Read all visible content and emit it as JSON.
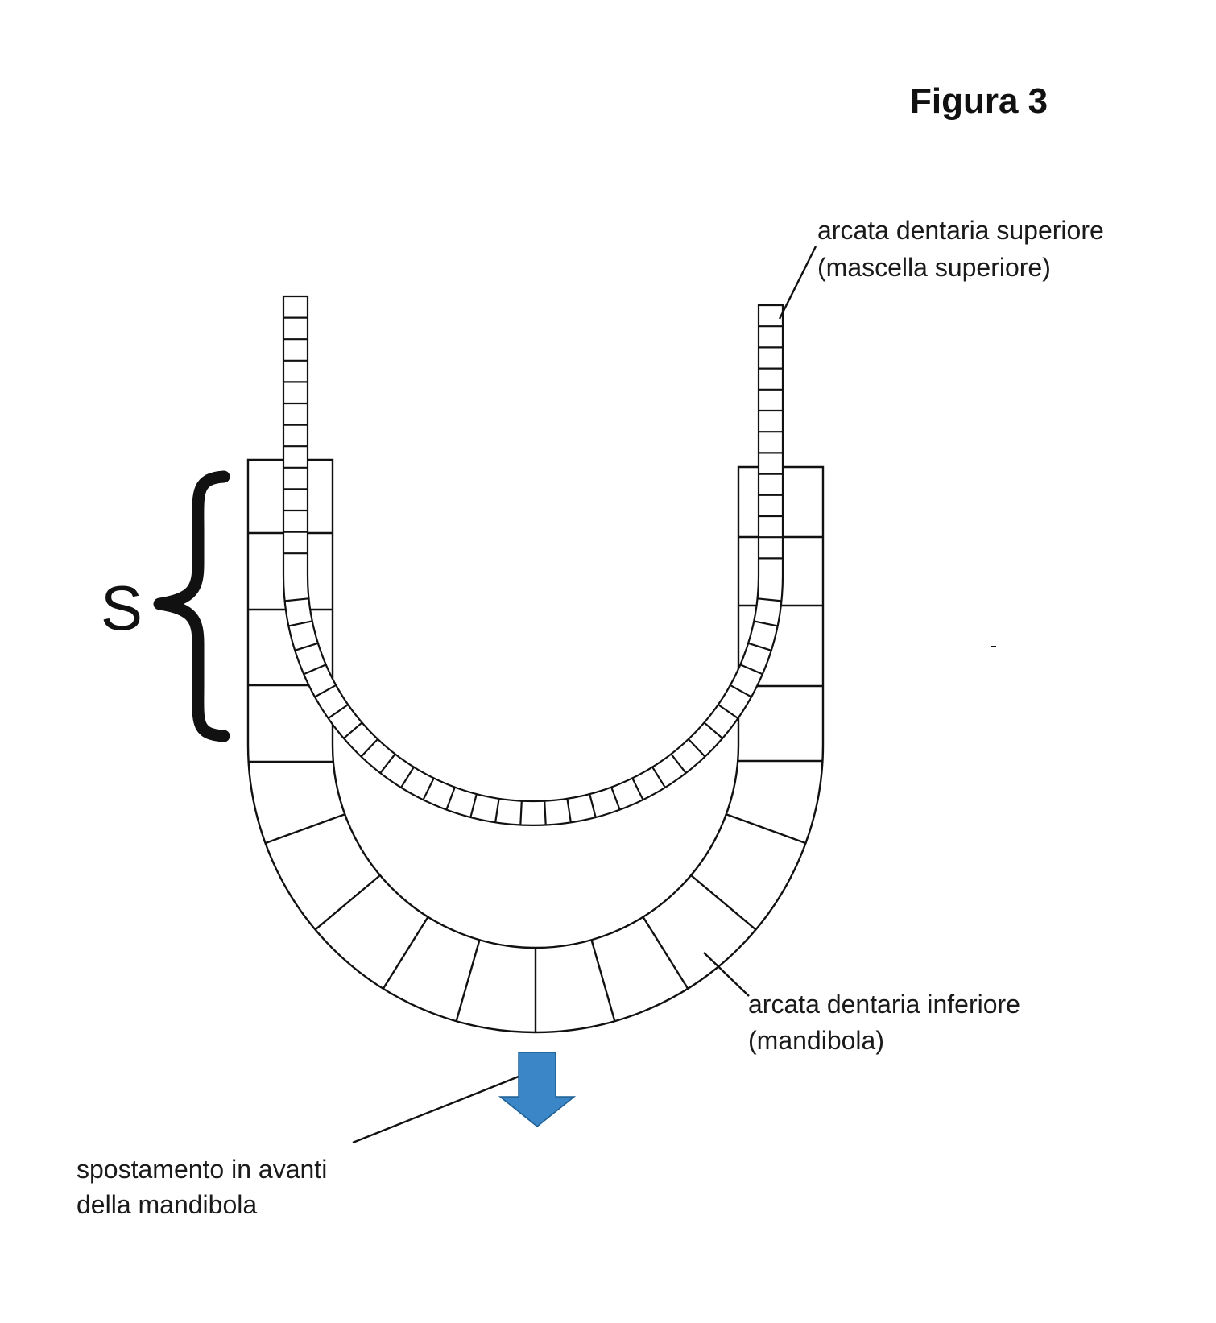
{
  "figure": {
    "title": "Figura 3",
    "brace_label": "S",
    "labels": {
      "upper_arch": [
        "arcata dentaria superiore",
        "(mascella superiore)"
      ],
      "lower_arch": [
        "arcata dentaria inferiore",
        "(mandibola)"
      ],
      "movement": [
        "spostamento in avanti",
        "della mandibola"
      ]
    },
    "colors": {
      "arrow": "#3a86c6",
      "arrow_stroke": "#1d5e93",
      "lines": "#111111"
    },
    "icons": {
      "movement": "arrow-down-icon",
      "brace": "curly-brace-icon"
    }
  }
}
